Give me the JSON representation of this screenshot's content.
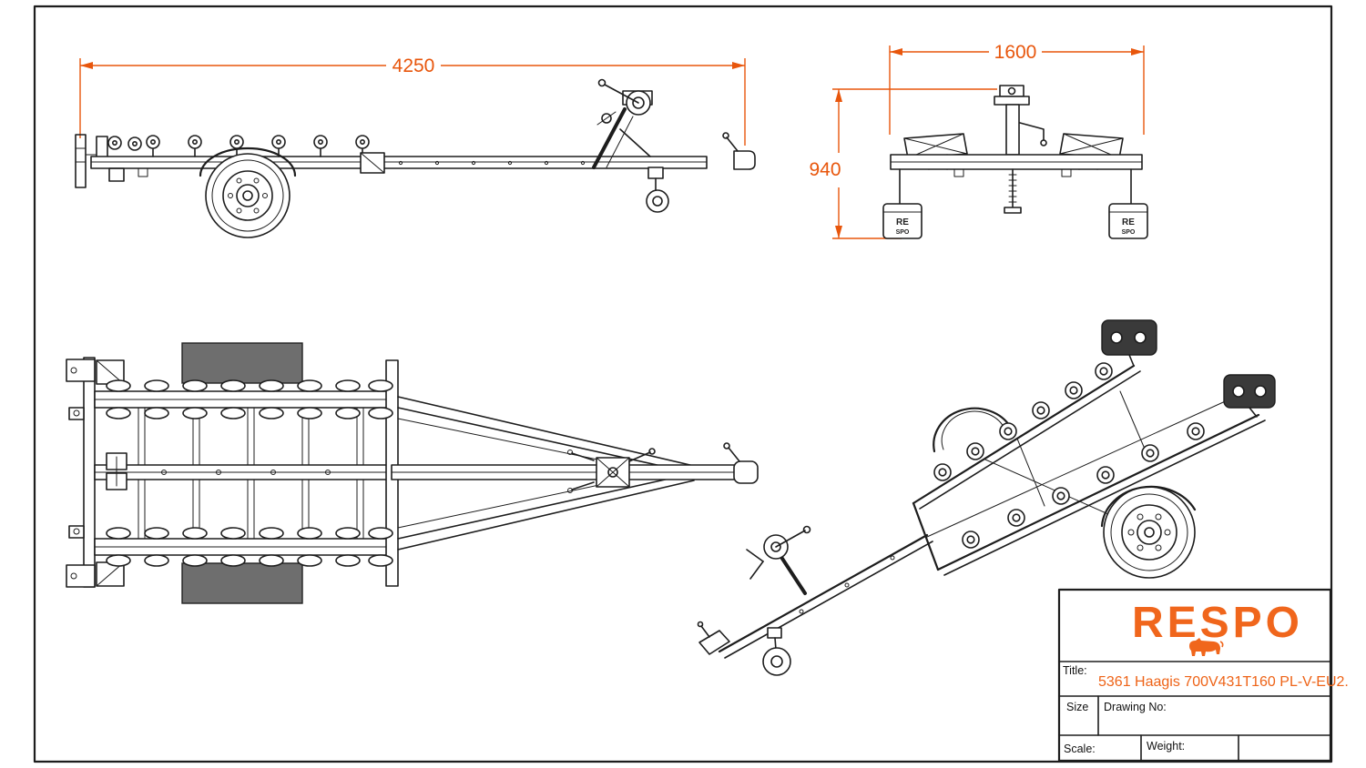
{
  "sheet": {
    "background_color": "#ffffff",
    "line_color": "#1d1d1d",
    "dimension_color": "#e8560c",
    "brand_color": "#f0661c"
  },
  "dimensions": {
    "side_length": "4250",
    "rear_width": "1600",
    "rear_height": "940"
  },
  "rear_view": {
    "fender_left_line1": "RE",
    "fender_left_line2": "SPO",
    "fender_right_line1": "RE",
    "fender_right_line2": "SPO"
  },
  "title_block": {
    "brand": "RESPO",
    "title_label": "Title:",
    "title_value": "5361 Haagis 700V431T160 PL-V-EU2.",
    "size_label": "Size",
    "drawing_no_label": "Drawing No:",
    "scale_label": "Scale:",
    "weight_label": "Weight:"
  }
}
